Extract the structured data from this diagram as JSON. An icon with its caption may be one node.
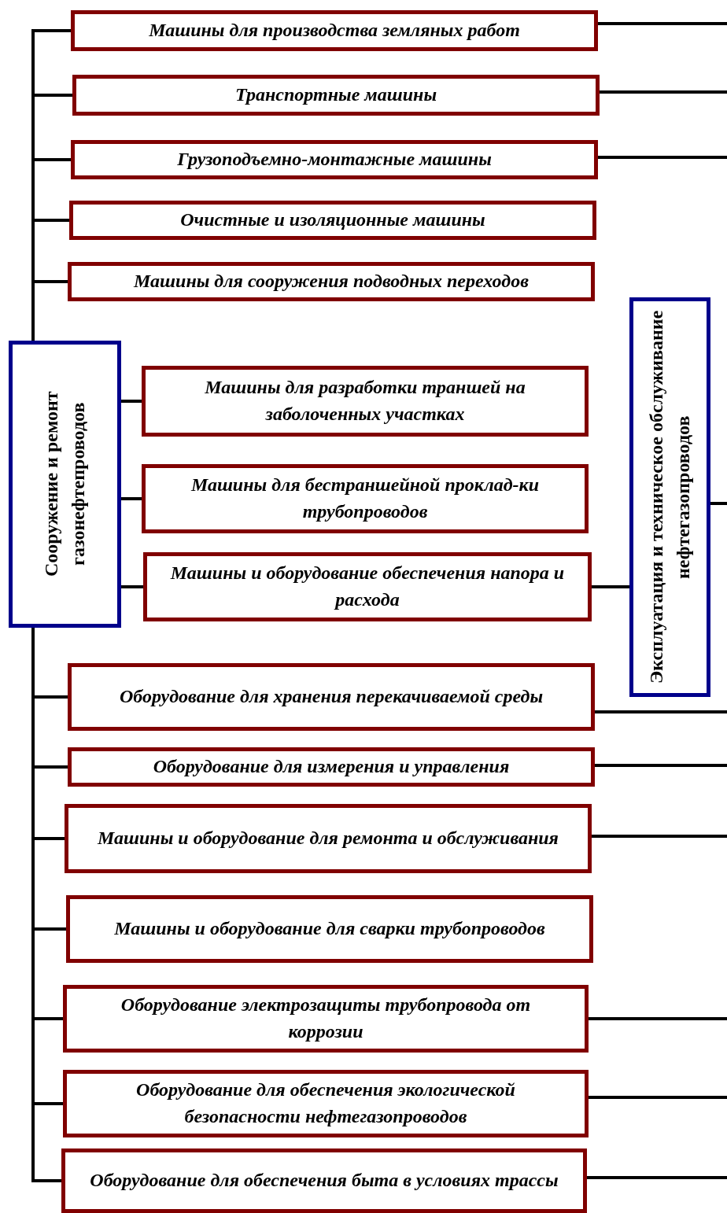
{
  "diagram": {
    "nodes": [
      {
        "text": [
          "Машины для производства земляных работ"
        ]
      },
      {
        "text": [
          "Транспортные машины"
        ]
      },
      {
        "text": [
          "Грузоподъемно-монтажные машины"
        ]
      },
      {
        "text": [
          "Очистные и изоляционные машины"
        ]
      },
      {
        "text": [
          "Машины для сооружения подводных переходов"
        ]
      },
      {
        "text": [
          "Эксплуатация и техническое обслуживание нефтегазопроводов"
        ]
      },
      {
        "text": [
          "Сооружение и ремонт газонефтепроводов"
        ]
      },
      {
        "text": [
          "Машины для разработки траншей на заболоченных участках"
        ]
      },
      {
        "text": [
          "Машины для бестраншейной проклад-ки трубопроводов"
        ]
      },
      {
        "text": [
          "Машины и оборудование обеспечения напора и расхода"
        ]
      },
      {
        "text": [
          "Оборудование для хранения перекачиваемой среды"
        ]
      },
      {
        "text": [
          "Оборудование для измерения и управления"
        ]
      },
      {
        "text": [
          "Машины и оборудование для ремонта и обслуживания"
        ]
      },
      {
        "text": [
          "Машины и оборудование для сварки трубопроводов"
        ]
      },
      {
        "text": [
          "Оборудование электрозащиты трубопровода от коррозии"
        ]
      },
      {
        "text": [
          "Оборудование для обеспечения экологической безопасности нефтегазопроводов"
        ]
      },
      {
        "text": [
          "Оборудование для обеспечения быта в условиях трассы"
        ]
      }
    ],
    "edges": [
      {
        "from": 6,
        "to": 0,
        "arrow": "none"
      },
      {
        "from": 6,
        "to": 1,
        "arrow": "none"
      },
      {
        "from": 6,
        "to": 2,
        "arrow": "none"
      },
      {
        "from": 6,
        "to": 3,
        "arrow": "none"
      },
      {
        "from": 6,
        "to": 4,
        "arrow": "none"
      },
      {
        "from": 6,
        "to": 7,
        "arrow": "none"
      },
      {
        "from": 6,
        "to": 8,
        "arrow": "none"
      },
      {
        "from": 6,
        "to": 9,
        "arrow": "none"
      },
      {
        "from": 6,
        "to": 10,
        "arrow": "none"
      },
      {
        "from": 6,
        "to": 11,
        "arrow": "none"
      },
      {
        "from": 6,
        "to": 12,
        "arrow": "none"
      },
      {
        "from": 6,
        "to": 13,
        "arrow": "none"
      },
      {
        "from": 6,
        "to": 14,
        "arrow": "none"
      },
      {
        "from": 6,
        "to": 15,
        "arrow": "none"
      },
      {
        "from": 6,
        "to": 16,
        "arrow": "none"
      },
      {
        "from": 9,
        "to": 5,
        "arrow": "none"
      },
      {
        "from": 0,
        "to": null,
        "arrow": "none"
      },
      {
        "from": 1,
        "to": null,
        "arrow": "none"
      },
      {
        "from": 2,
        "to": null,
        "arrow": "none"
      },
      {
        "from": 5,
        "to": null,
        "arrow": "none"
      },
      {
        "from": 10,
        "to": null,
        "arrow": "none"
      },
      {
        "from": 11,
        "to": null,
        "arrow": "none"
      },
      {
        "from": 12,
        "to": null,
        "arrow": "none"
      },
      {
        "from": 14,
        "to": null,
        "arrow": "none"
      },
      {
        "from": 15,
        "to": null,
        "arrow": "none"
      },
      {
        "from": 16,
        "to": null,
        "arrow": "none"
      }
    ]
  }
}
